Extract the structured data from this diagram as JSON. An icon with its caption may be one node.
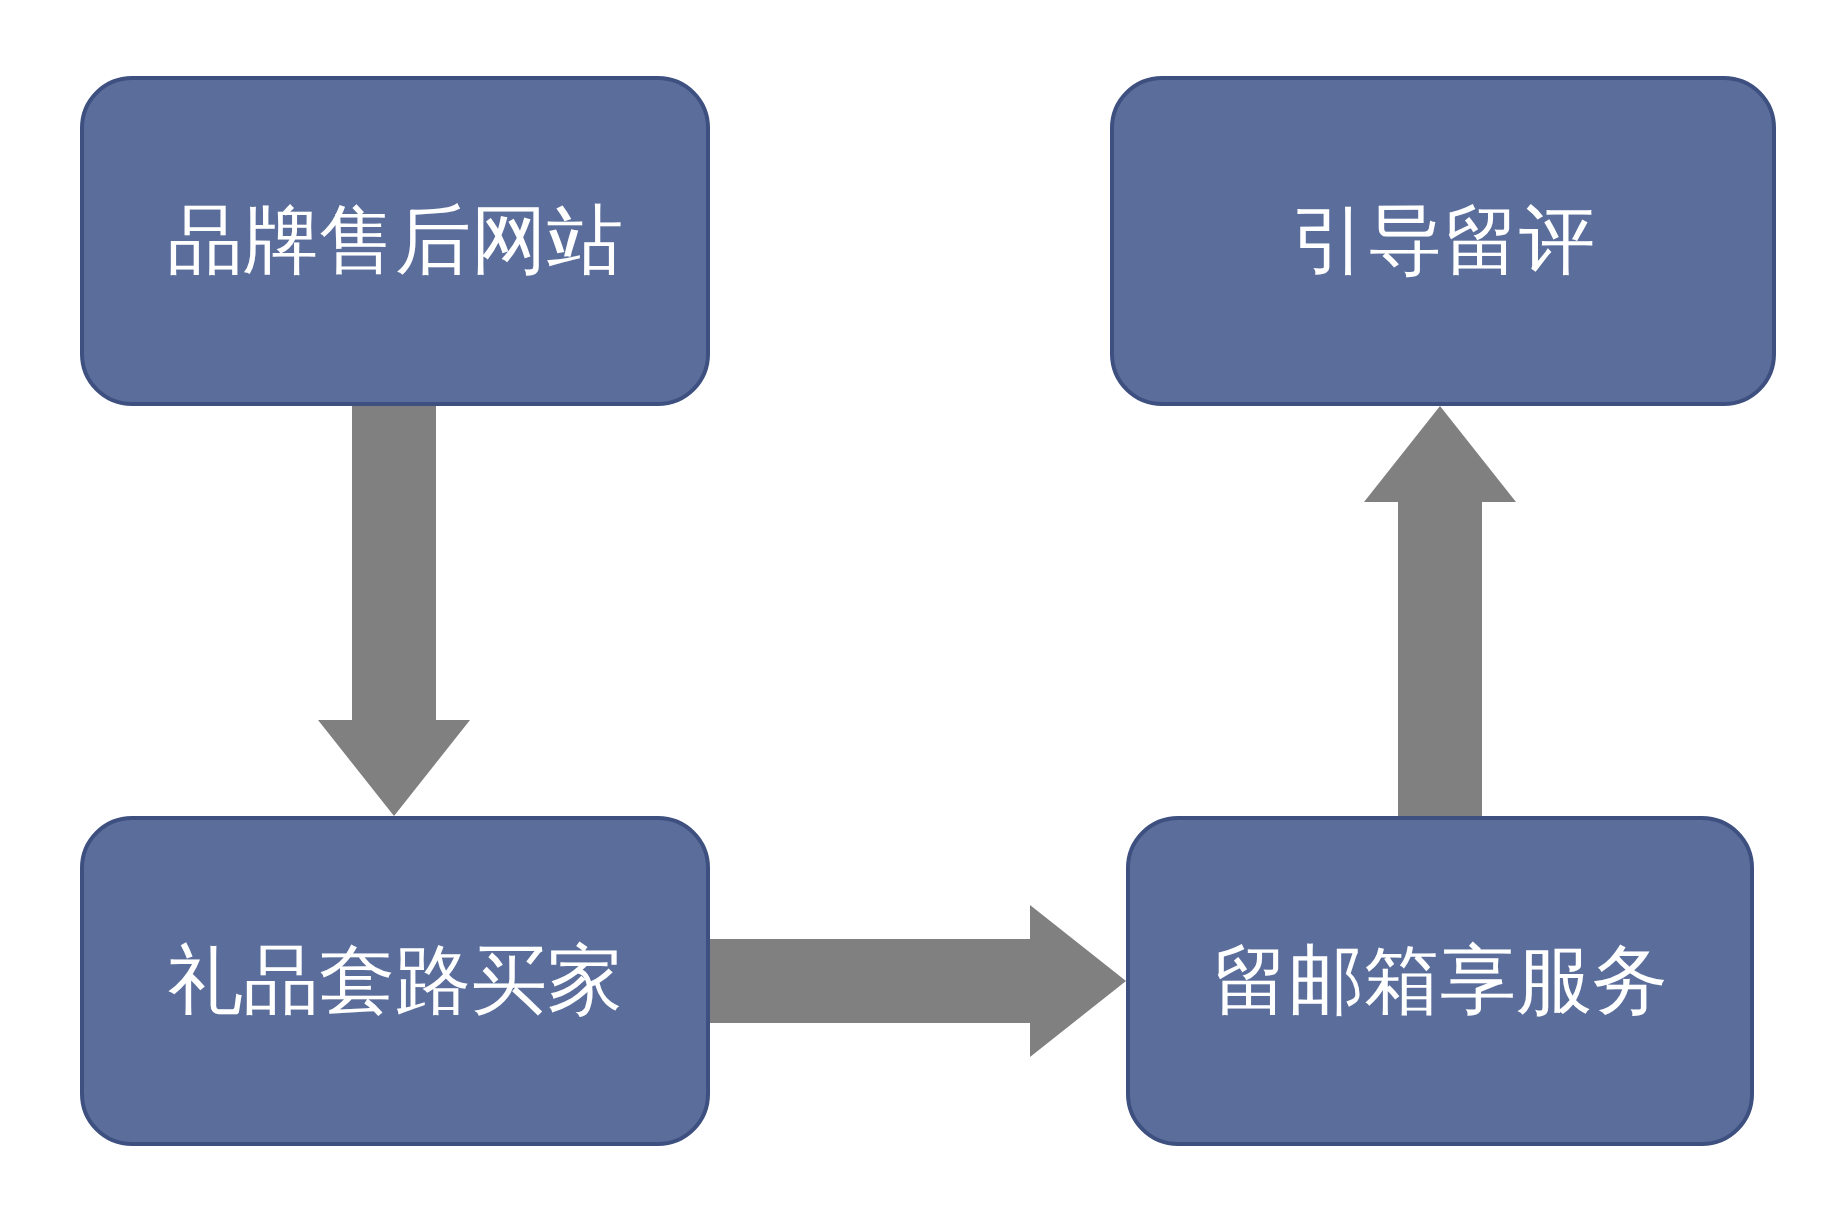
{
  "diagram": {
    "nodes": [
      {
        "text": [
          "品牌售后网站"
        ]
      },
      {
        "text": [
          "引导留评"
        ]
      },
      {
        "text": [
          "礼品套路买家"
        ]
      },
      {
        "text": [
          "留邮箱享服务"
        ]
      }
    ],
    "edges": [
      {
        "from": 0,
        "to": 2,
        "arrow": "to"
      },
      {
        "from": 2,
        "to": 3,
        "arrow": "to"
      },
      {
        "from": 3,
        "to": 1,
        "arrow": "to"
      }
    ]
  }
}
